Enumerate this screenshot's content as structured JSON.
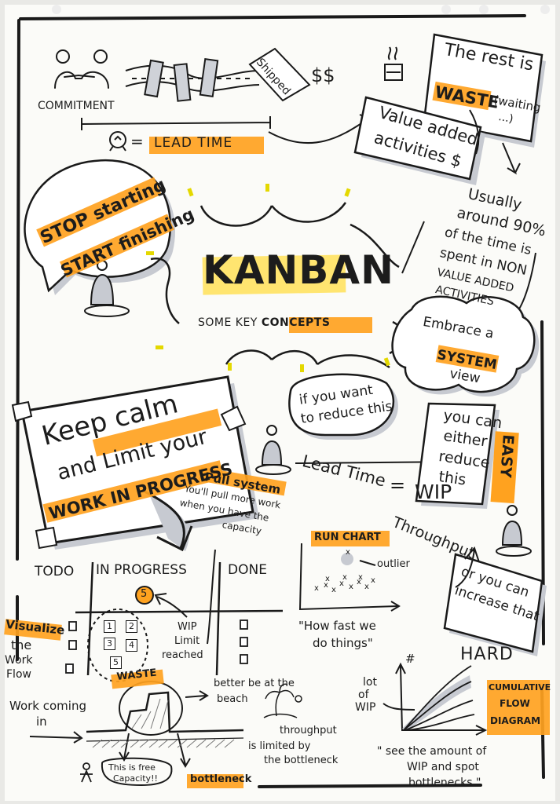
{
  "title": "KANBAN",
  "subtitle": {
    "pre": "SOME KEY ",
    "hl": "CONCEPTS"
  },
  "top_left": {
    "commitment": "COMMITMENT",
    "shipped": "Shipped",
    "money": "$$",
    "lead_time": "LEAD TIME"
  },
  "top_right": {
    "rest_is": "The rest is",
    "waste": "WASTE",
    "waiting": "(waiting",
    "dots": "...)",
    "value_added_1": "Value added",
    "value_added_2": "activities $"
  },
  "stop_start": {
    "stop": "STOP starting",
    "start": "START finishing"
  },
  "usually": {
    "lines": [
      "Usually",
      "around 90%",
      "of the time is",
      "spent in NON",
      "VALUE ADDED",
      "ACTIVITIES"
    ]
  },
  "embrace": {
    "line1": "Embrace a",
    "line2": "SYSTEM",
    "line3": "view"
  },
  "keep_calm": {
    "line1": "Keep calm",
    "line2a": "and ",
    "line2b": "Limit your",
    "line3": "WORK IN PROGRESS"
  },
  "reduce_bubble": {
    "line1": "if you want",
    "line2": "to reduce this"
  },
  "formula": {
    "lead_time": "Lead Time",
    "equals": "=",
    "wip": "WIP",
    "throughput": "Throughput"
  },
  "reduce_box": {
    "lines": [
      "you can",
      "either",
      "reduce",
      "this"
    ],
    "easy": "EASY"
  },
  "increase_box": {
    "lines": [
      "or you can",
      "increase that"
    ],
    "hard": "HARD"
  },
  "pull_system": {
    "title": "Pull system",
    "lines": [
      "You'll pull more work",
      "when you have the",
      "capacity"
    ]
  },
  "board": {
    "columns": [
      "TODO",
      "IN PROGRESS",
      "DONE"
    ],
    "wip_limit": "5",
    "cards": [
      "1",
      "2",
      "3",
      "4",
      "5"
    ],
    "wip_note": [
      "WIP",
      "Limit",
      "reached"
    ]
  },
  "visualize": {
    "hl": "Visualize",
    "lines": [
      "the",
      "Work",
      "Flow"
    ]
  },
  "run_chart": {
    "title": "RUN CHART",
    "outlier": "outlier",
    "caption": [
      "\"How fast we",
      "do things\""
    ]
  },
  "waste_diagram": {
    "waste": "WASTE",
    "work_coming": [
      "Work coming",
      "in"
    ],
    "beach": [
      "better be at the",
      "beach"
    ],
    "free_capacity": [
      "This is free",
      "Capacity!!"
    ],
    "bottleneck": "bottleneck",
    "throughput_note": [
      "throughput",
      "is limited by",
      "the bottleneck"
    ]
  },
  "cfd": {
    "wip_label": [
      "lot",
      "of",
      "WIP"
    ],
    "hash": "#",
    "title": [
      "CUMULATIVE",
      "FLOW",
      "DIAGRAM"
    ],
    "caption": [
      "\" see the amount of",
      "WIP and spot",
      "bottlenecks \""
    ]
  },
  "colors": {
    "highlight": "#ffa21f",
    "title_highlight": "#ffe468",
    "ink": "#1c1c1c",
    "paper": "#fbfbf8",
    "shadow": "#c4c7ce"
  }
}
